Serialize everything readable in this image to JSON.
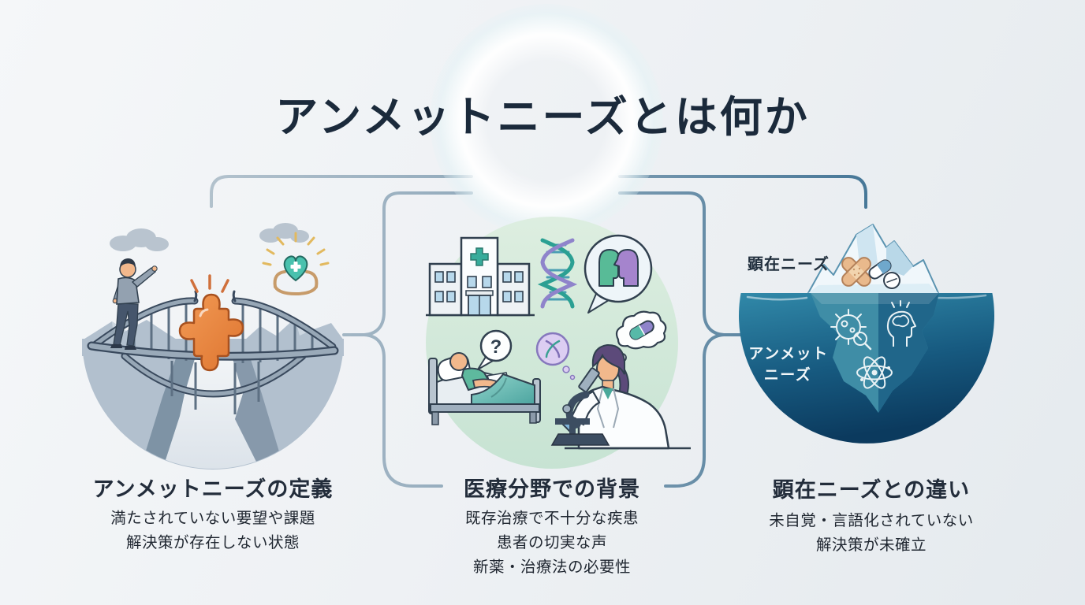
{
  "title": "アンメットニーズとは何か",
  "sections": [
    {
      "heading": "アンメットニーズの定義",
      "lines": [
        "満たされていない要望や課題",
        "解決策が存在しない状態"
      ]
    },
    {
      "heading": "医療分野での背景",
      "lines": [
        "既存治療で不十分な疾患",
        "患者の切実な声",
        "新薬・治療法の必要性"
      ]
    },
    {
      "heading": "顕在ニーズとの違い",
      "lines": [
        "未自覚・言語化されていない",
        "解決策が未確立"
      ]
    }
  ],
  "iceberg": {
    "above_label": "顕在ニーズ",
    "below_label_line1": "アンメット",
    "below_label_line2": "ニーズ"
  },
  "question_mark": "?",
  "colors": {
    "title_text": "#1b2a3b",
    "heading_text": "#232d3b",
    "body_text": "#1f2630",
    "connector_light": "#b6c4ce",
    "connector_dark": "#3f7294",
    "puzzle_orange": "#e8833f",
    "mint_circle": "#d5ead9",
    "water_top": "#3189a9",
    "water_bottom": "#0b3a5e",
    "heart_teal": "#49c1ae"
  }
}
